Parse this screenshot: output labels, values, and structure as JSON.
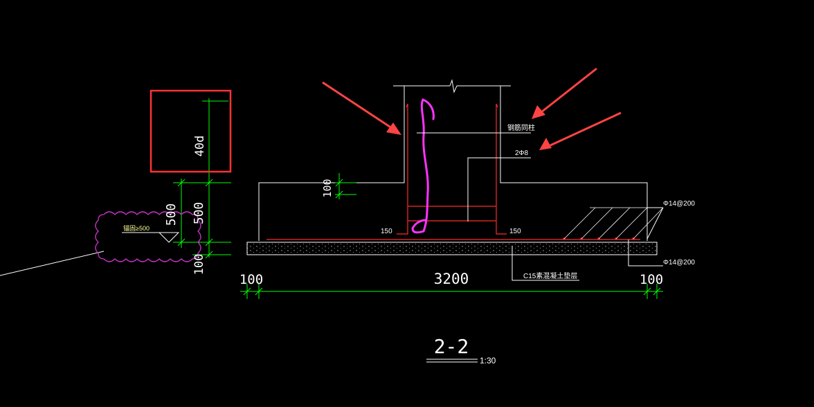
{
  "colors": {
    "background": "#000000",
    "structure_line": "#ffffff",
    "dimension": "#00ff00",
    "rebar": "#ff2a2a",
    "column_bar_highlight": "#ff33ff",
    "callout_box": "#ff3333",
    "annotation_arrow": "#ff4444",
    "revision_cloud": "#cc33cc",
    "leader_text": "#ffffff",
    "note_text": "#ffff99"
  },
  "callout": {
    "anchorage_label": "40d"
  },
  "dimensions": {
    "embed_depth": "100",
    "footing_height_left": "500",
    "footing_height_right": "500",
    "cushion_thickness": "100",
    "left_edge": "100",
    "total_width": "3200",
    "right_edge": "100",
    "left_bar_hook": "150",
    "right_bar_hook": "150"
  },
  "labels": {
    "column_rebar": "钢筋同柱",
    "stirrups": "2Φ8",
    "top_bottom_bar": "Φ14@200",
    "bottom_bar": "Φ14@200",
    "cushion": "C15素混凝土垫层",
    "cloud_note": "锚固≥500"
  },
  "section": {
    "title": "2-2",
    "scale": "1:30"
  }
}
